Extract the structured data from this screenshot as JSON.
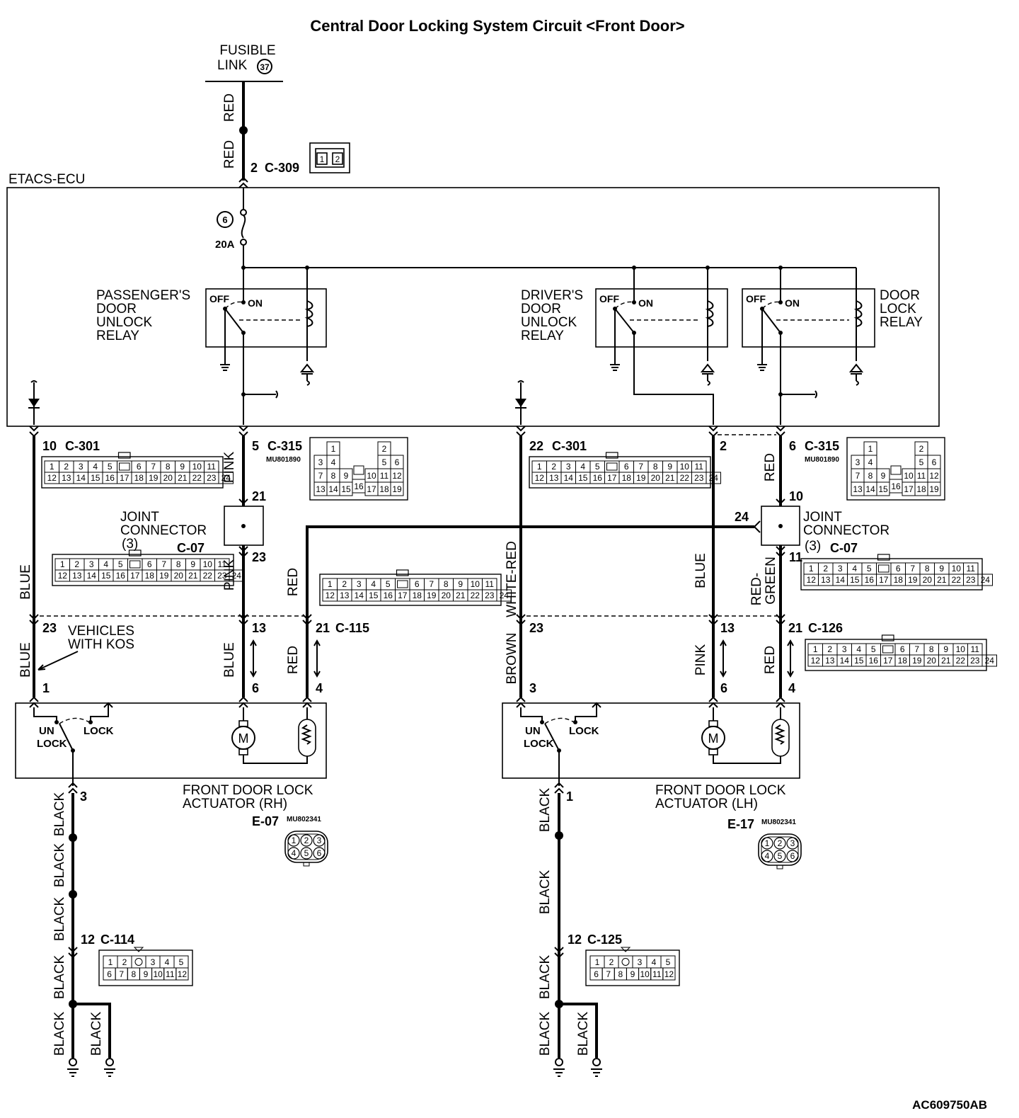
{
  "title": "Central Door Locking System Circuit <Front Door>",
  "figure_id": "AC609750AB",
  "fusible_link": {
    "line1": "FUSIBLE",
    "line2": "LINK",
    "number": "37"
  },
  "fuse": {
    "number": "6",
    "rating": "20A"
  },
  "ecu": {
    "name": "ETACS-ECU"
  },
  "relays": [
    {
      "l1": "PASSENGER'S",
      "l2": "DOOR",
      "l3": "UNLOCK",
      "l4": "RELAY",
      "off": "OFF",
      "on": "ON"
    },
    {
      "l1": "DRIVER'S",
      "l2": "DOOR",
      "l3": "UNLOCK",
      "l4": "RELAY",
      "off": "OFF",
      "on": "ON"
    },
    {
      "l1": "DOOR",
      "l2": "LOCK",
      "l3": "RELAY",
      "off": "OFF",
      "on": "ON"
    }
  ],
  "wire_colors": {
    "red": "RED",
    "pink": "PINK",
    "blue": "BLUE",
    "white_red": "WHITE-RED",
    "brown": "BROWN",
    "red_green": "RED-GREEN",
    "red_green_1": "RED-",
    "red_green_2": "GREEN",
    "black": "BLACK"
  },
  "connectors": {
    "c309": {
      "pin": "2",
      "id": "C-309",
      "cells": [
        "1",
        "2"
      ]
    },
    "c301_a": {
      "pin": "10",
      "id": "C-301"
    },
    "c301_b": {
      "pin": "22",
      "id": "C-301"
    },
    "c315_a": {
      "pin": "5",
      "id": "C-315",
      "part": "MU801890"
    },
    "c315_b": {
      "pin": "6",
      "id": "C-315",
      "part": "MU801890"
    },
    "c07_a": {
      "pin_in": "21",
      "pin_out": "23",
      "id": "C-07"
    },
    "c07_b": {
      "pin_in": "10",
      "pin_out": "11",
      "pin_side": "24",
      "id": "C-07"
    },
    "c115": {
      "id": "C-115",
      "pins": [
        "23",
        "13",
        "21"
      ]
    },
    "c126": {
      "id": "C-126",
      "pins": [
        "23",
        "13",
        "21"
      ]
    },
    "c114": {
      "pin": "12",
      "id": "C-114"
    },
    "c125": {
      "pin": "12",
      "id": "C-125"
    },
    "e07": {
      "id": "E-07",
      "part": "MU802341"
    },
    "e17": {
      "id": "E-17",
      "part": "MU802341"
    },
    "lh_pin2": "2"
  },
  "joint_connector": {
    "line1": "JOINT",
    "line2": "CONNECTOR",
    "num": "(3)"
  },
  "kos_note": {
    "line1": "VEHICLES",
    "line2": "WITH KOS"
  },
  "actuators": {
    "rh": {
      "line1": "FRONT DOOR LOCK",
      "line2": "ACTUATOR (RH)",
      "pins": [
        "1",
        "6",
        "4",
        "3"
      ]
    },
    "lh": {
      "line1": "FRONT DOOR LOCK",
      "line2": "ACTUATOR (LH)",
      "pins": [
        "3",
        "6",
        "4",
        "1"
      ]
    }
  },
  "switch": {
    "un": "UN",
    "lock_word": "LOCK",
    "lock": "LOCK"
  },
  "motor_symbol": "M",
  "grid_24": [
    "1",
    "2",
    "3",
    "4",
    "5",
    "",
    "6",
    "7",
    "8",
    "9",
    "10",
    "11",
    "12",
    "13",
    "14",
    "15",
    "16",
    "17",
    "18",
    "19",
    "20",
    "21",
    "22",
    "23",
    "24"
  ],
  "grid_12": [
    "1",
    "2",
    "3",
    "4",
    "5",
    "6",
    "7",
    "8",
    "9",
    "10",
    "11",
    "12"
  ],
  "grid_6": [
    "1",
    "2",
    "3",
    "4",
    "5",
    "6"
  ],
  "grid_19": [
    "1",
    "2",
    "3",
    "4",
    "5",
    "6",
    "7",
    "8",
    "9",
    "10",
    "11",
    "12",
    "13",
    "14",
    "15",
    "16",
    "17",
    "18",
    "19"
  ]
}
